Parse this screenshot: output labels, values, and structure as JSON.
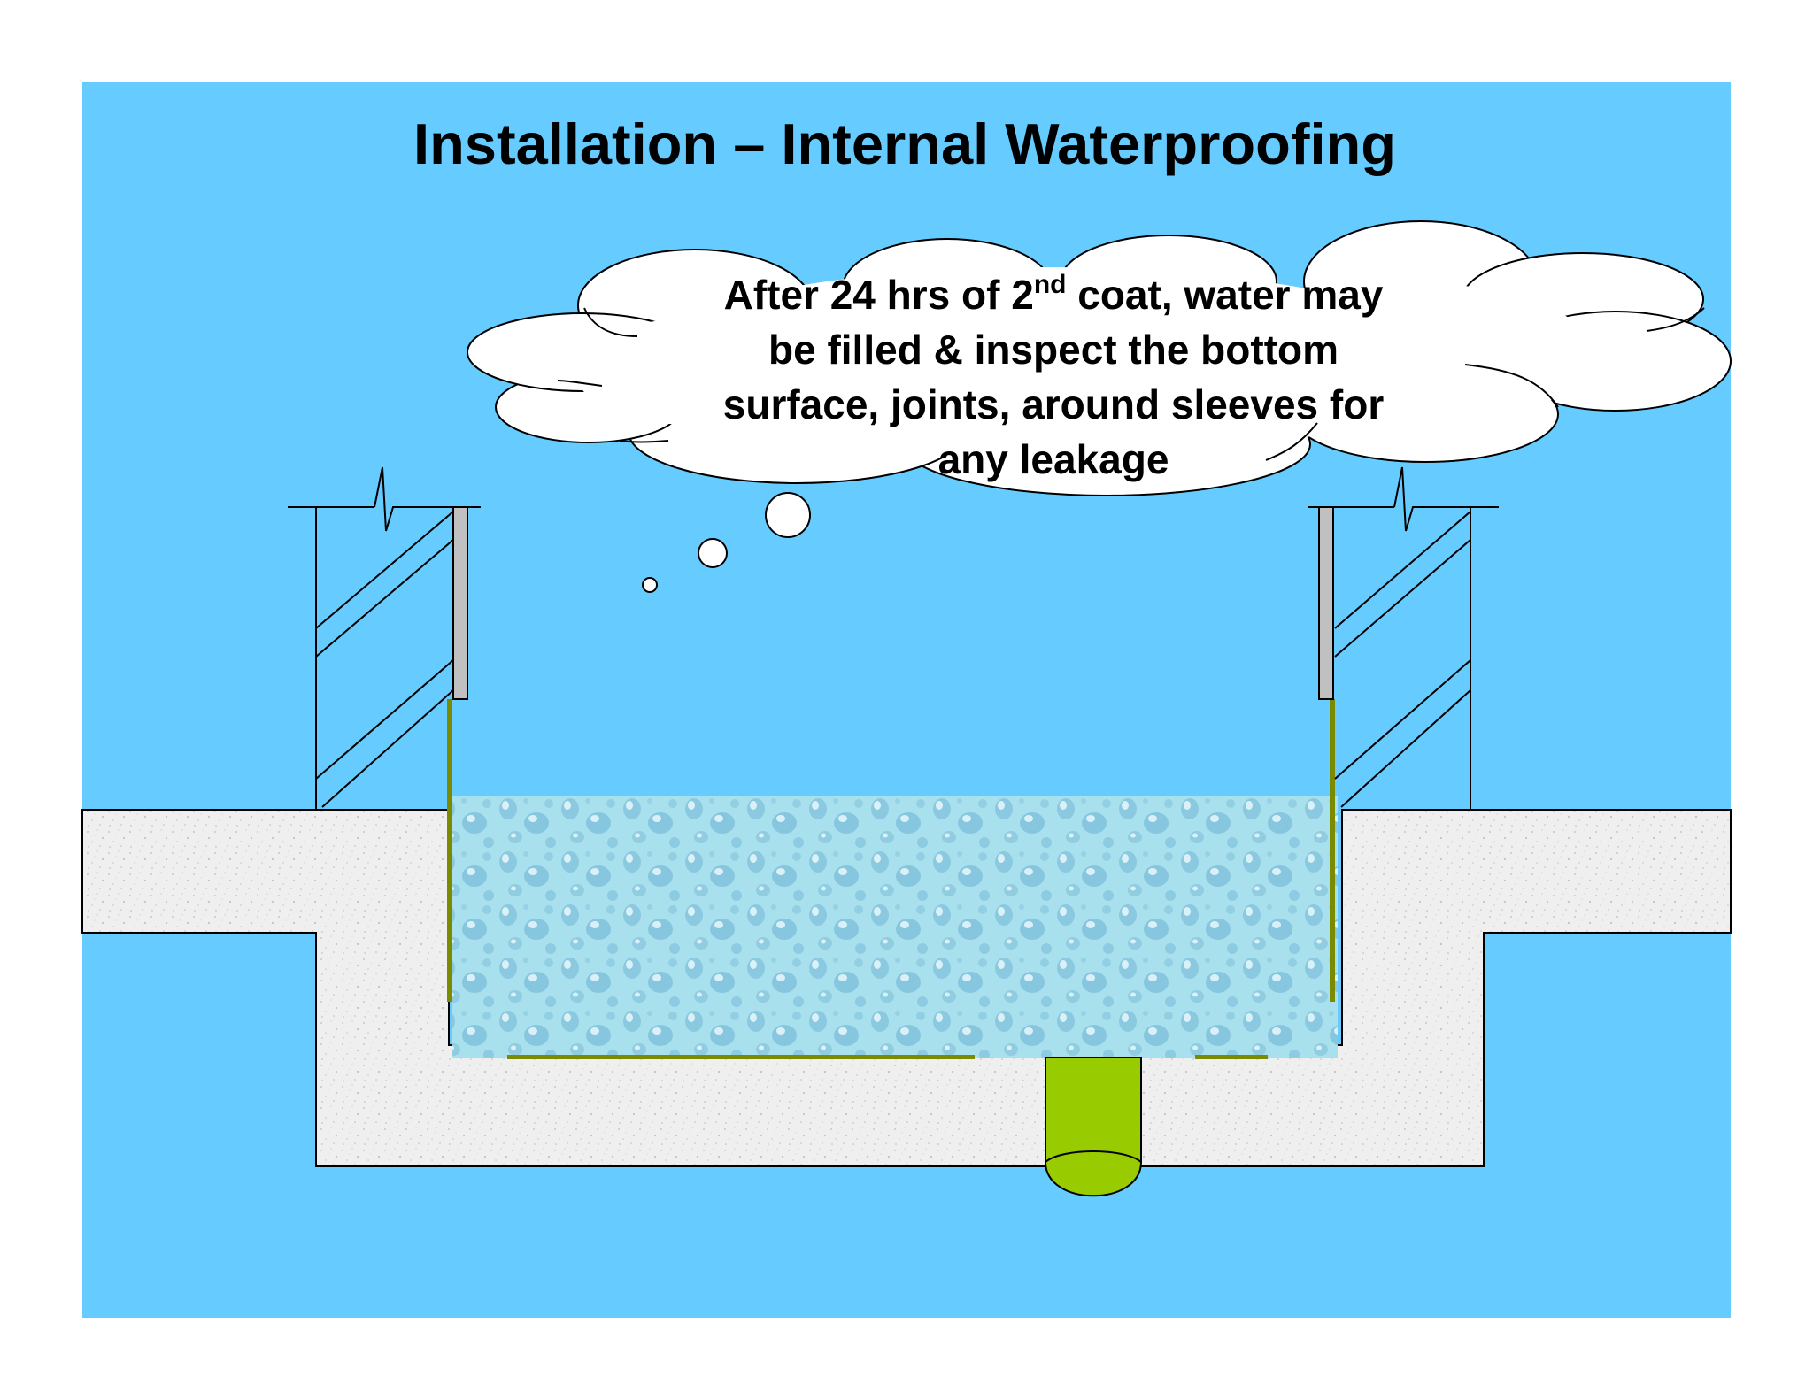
{
  "slide": {
    "title": "Installation – Internal Waterproofing",
    "background_color": "#66CCFF",
    "frame_color": "#FFFFFF"
  },
  "callout": {
    "shape": "thought-cloud",
    "line1_before": "After 24 hrs of 2",
    "line1_superscript": "nd",
    "line1_after": " coat, water may",
    "line2": "be filled & inspect the bottom",
    "line3": "surface, joints, around sleeves for",
    "line4": "any leakage"
  },
  "colors": {
    "concrete": "#EFEFEF",
    "water": "#9EDCEA",
    "water_drop": "#7FC4DC",
    "coating": "#7A8B00",
    "sleeve_pipe": "#99CC00",
    "wall_plaster": "#C0C0C0",
    "outline": "#000000"
  }
}
